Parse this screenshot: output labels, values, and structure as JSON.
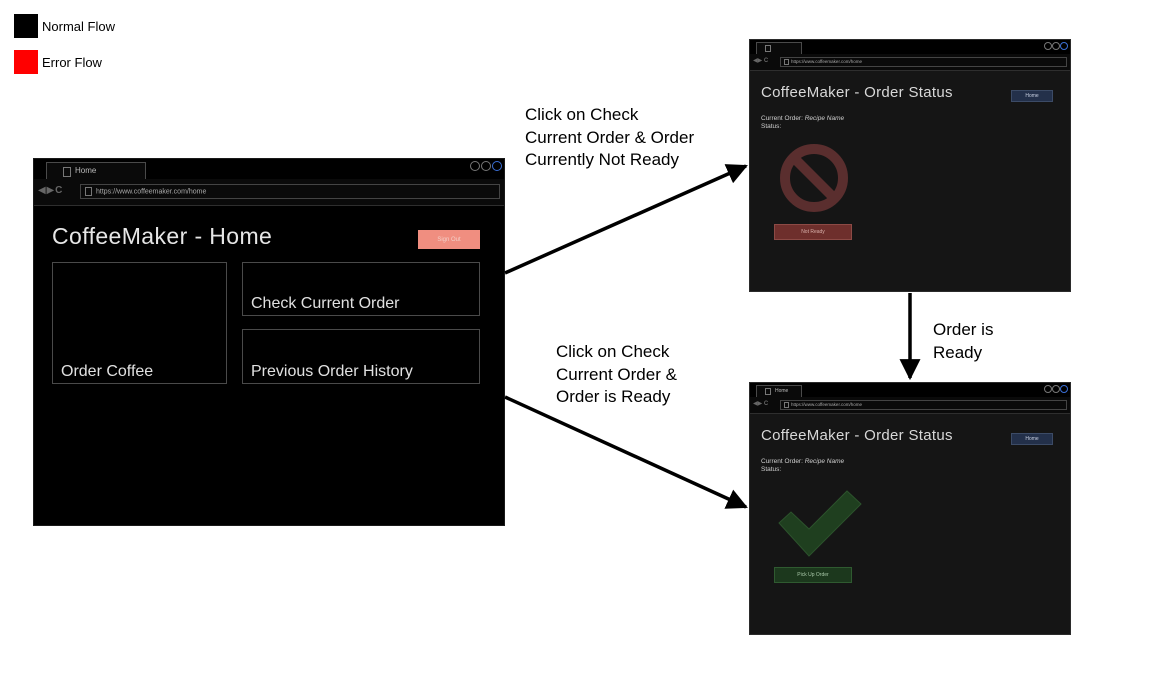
{
  "legend": [
    {
      "label": "Normal Flow",
      "color": "#000000"
    },
    {
      "label": "Error Flow",
      "color": "#ff0000"
    }
  ],
  "home_window": {
    "tab_label": "Home",
    "url": "https://www.coffeemaker.com/home",
    "title": "CoffeeMaker - Home",
    "sign_out_label": "Sign Out",
    "cards": {
      "order_coffee": "Order Coffee",
      "check_current_order": "Check Current Order",
      "previous_order_history": "Previous Order History"
    }
  },
  "status_not_ready_window": {
    "tab_label": "",
    "url": "https://www.coffeemaker.com/home",
    "title": "CoffeeMaker - Order Status",
    "home_button_label": "Home",
    "current_order_label": "Current Order:",
    "recipe_name": "Recipe Name",
    "status_label": "Status:",
    "status_icon": "prohibited-icon",
    "action_button_label": "Not Ready"
  },
  "status_ready_window": {
    "tab_label": "Home",
    "url": "https://www.coffeemaker.com/home",
    "title": "CoffeeMaker - Order Status",
    "home_button_label": "Home",
    "current_order_label": "Current Order:",
    "recipe_name": "Recipe Name",
    "status_label": "Status:",
    "status_icon": "checkmark-icon",
    "action_button_label": "Pick Up Order"
  },
  "flows": {
    "to_not_ready": "Click on Check\nCurrent Order & Order\nCurrently Not Ready",
    "to_ready": "Click on Check\nCurrent Order &\nOrder is Ready",
    "not_ready_to_ready": "Order is\nReady"
  },
  "colors": {
    "sign_out_button": "#f08e80",
    "prohibited_icon": "#5a2e2e",
    "not_ready_button": "#6e2f2c",
    "checkmark_icon": "#1f3f1f",
    "pick_up_button": "#1c381d",
    "home_button": "#23304a"
  }
}
